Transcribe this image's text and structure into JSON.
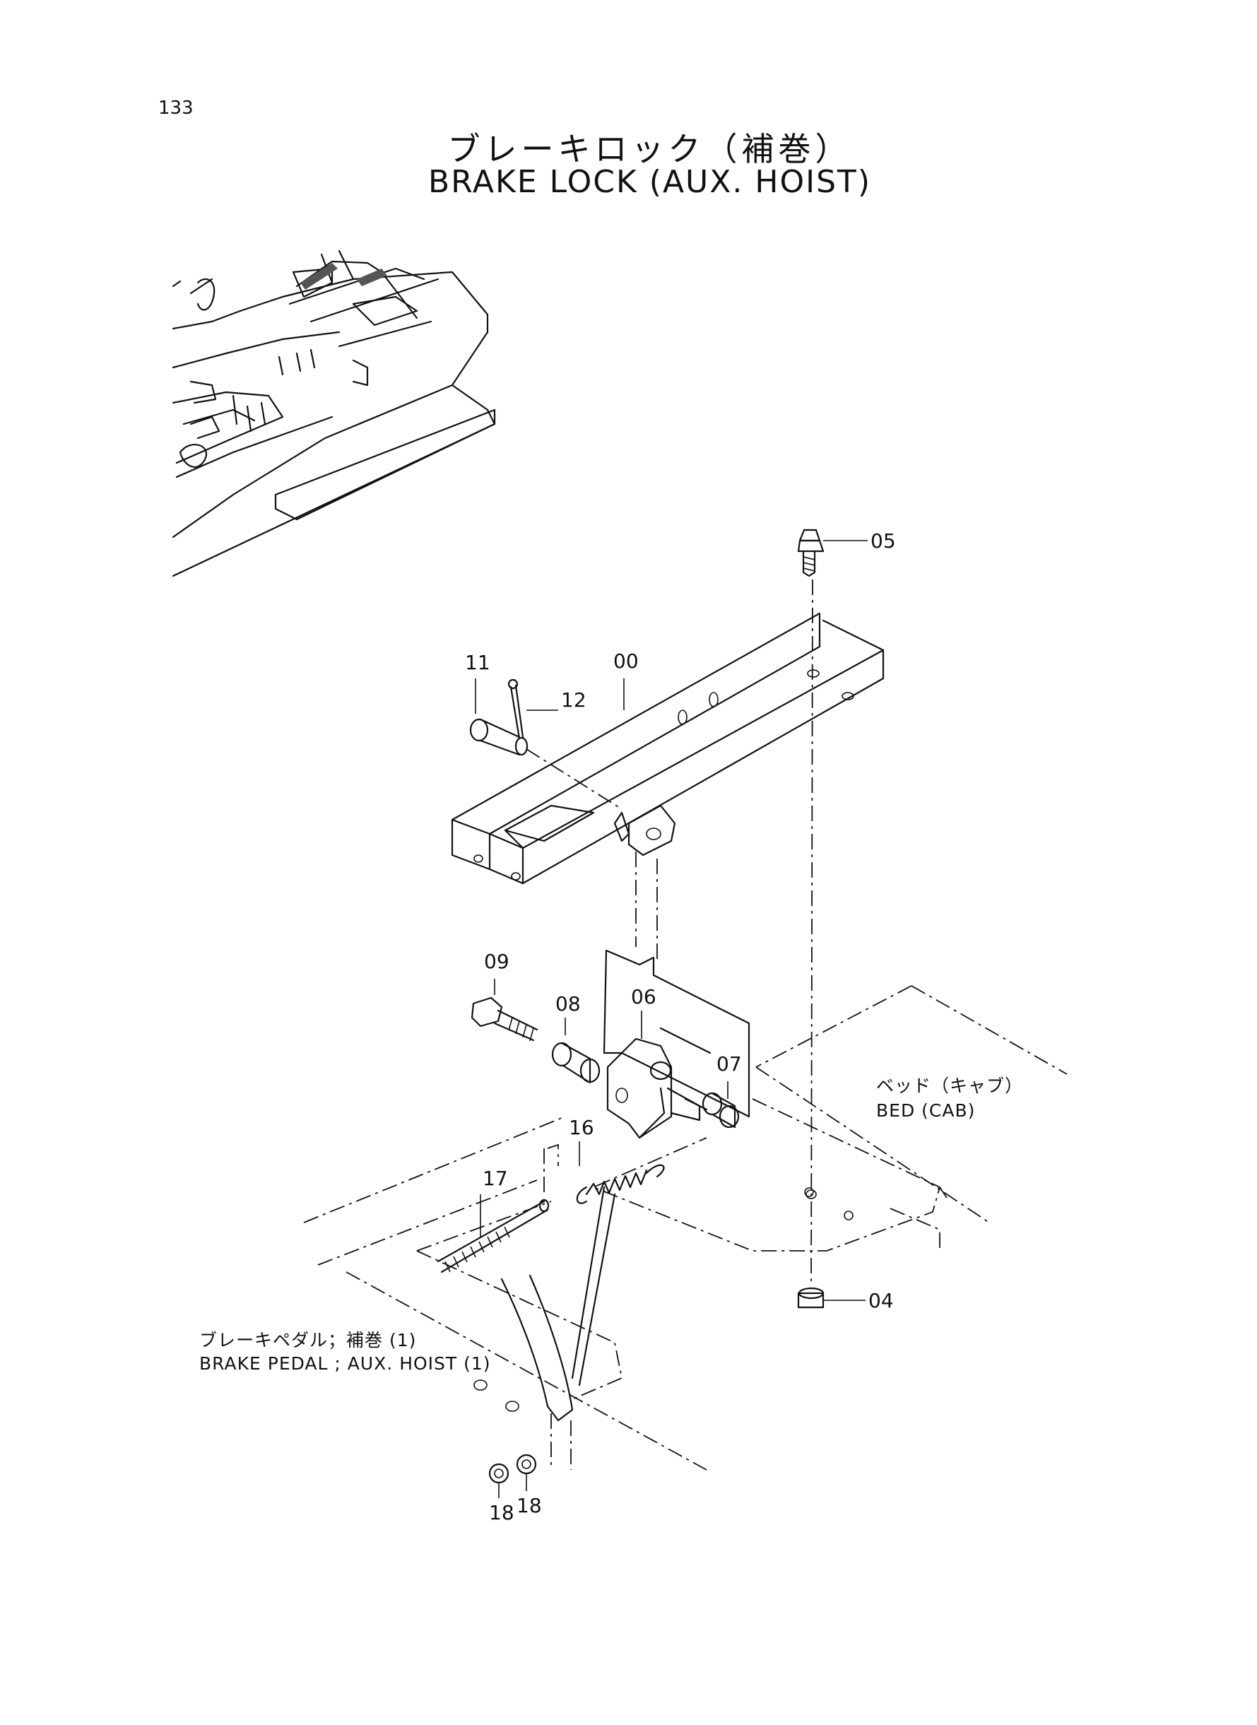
{
  "page_number": "133",
  "title": {
    "ja": "ブレーキロック（補巻）",
    "en": "BRAKE LOCK (AUX. HOIST)"
  },
  "parts": [
    {
      "id": "part-00",
      "label": "00"
    },
    {
      "id": "part-04",
      "label": "04"
    },
    {
      "id": "part-05",
      "label": "05"
    },
    {
      "id": "part-06",
      "label": "06"
    },
    {
      "id": "part-07",
      "label": "07"
    },
    {
      "id": "part-08",
      "label": "08"
    },
    {
      "id": "part-09",
      "label": "09"
    },
    {
      "id": "part-11",
      "label": "11"
    },
    {
      "id": "part-12",
      "label": "12"
    },
    {
      "id": "part-16",
      "label": "16"
    },
    {
      "id": "part-17",
      "label": "17"
    },
    {
      "id": "part-18a",
      "label": "18"
    },
    {
      "id": "part-18b",
      "label": "18"
    }
  ],
  "notes": {
    "bed_ja": "ベッド（キャブ）",
    "bed_en": "BED (CAB)",
    "pedal_ja": "ブレーキペダル；補巻 (1)",
    "pedal_en": "BRAKE PEDAL ; AUX. HOIST (1)"
  }
}
